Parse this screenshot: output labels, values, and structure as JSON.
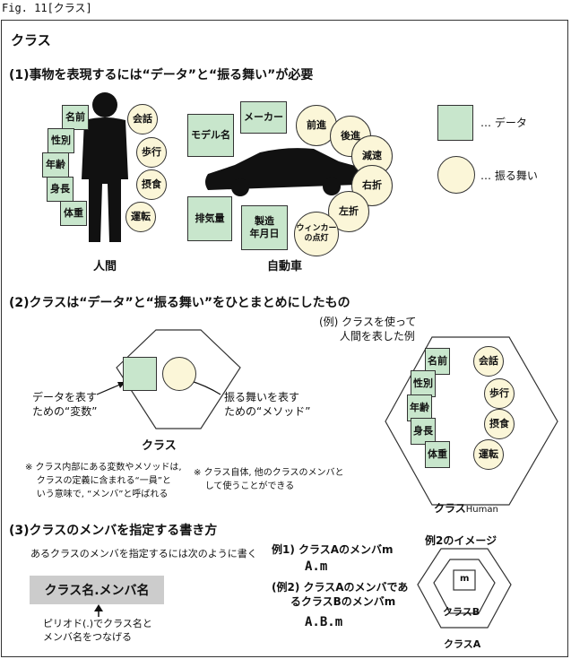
{
  "figure_label": "Fig. 11[クラス]",
  "heading": "クラス",
  "section1": {
    "title": "(1)事物を表現するには“データ”と“振る舞い”が必要",
    "human": {
      "caption": "人間",
      "data": [
        "名前",
        "性別",
        "年齢",
        "身長",
        "体重"
      ],
      "behaviors": [
        "会話",
        "歩行",
        "摂食",
        "運転"
      ]
    },
    "car": {
      "caption": "自動車",
      "data": [
        "モデル名",
        "メーカー",
        "排気量",
        "製造\n年月日"
      ],
      "behaviors": [
        "前進",
        "後進",
        "減速",
        "右折",
        "左折",
        "ウィンカー\nの点灯"
      ]
    },
    "legend": {
      "data_label": "…  データ",
      "behavior_label": "…  振る舞い"
    }
  },
  "section2": {
    "title": "(2)クラスは“データ”と“振る舞い”をひとまとめにしたもの",
    "class_caption": "クラス",
    "data_note": "データを表す\nための“変数”",
    "behavior_note": "振る舞いを表す\nための“メソッド”",
    "note1": "※ クラス内部にある変数やメソッドは,\n    クラスの定義に含まれる“一員”と\n    いう意味で, “メンバ”と呼ばれる",
    "note2": "※ クラス自体, 他のクラスのメンバと\n    して使うことができる",
    "example_title": "(例) クラスを使って\n      人間を表した例",
    "example_data": [
      "名前",
      "性別",
      "年齢",
      "身長",
      "体重"
    ],
    "example_behaviors": [
      "会話",
      "歩行",
      "摂食",
      "運転"
    ],
    "example_caption_main": "クラス",
    "example_caption_sub": "Human"
  },
  "section3": {
    "title": "(3)クラスのメンバを指定する書き方",
    "intro": "あるクラスのメンバを指定するには次のように書く",
    "syntax": "クラス名.メンバ名",
    "syntax_note": "ピリオド(.)でクラス名と\nメンバ名をつなげる",
    "ex1_label": "例1) クラスAのメンバm",
    "ex1_code": "A.m",
    "ex2_label": "(例2) クラスAのメンバであ\n     るクラスBのメンバm",
    "ex2_code": "A.B.m",
    "image_title": "例2のイメージ",
    "inner_m": "m",
    "class_b": "クラスB",
    "class_a": "クラスA"
  }
}
